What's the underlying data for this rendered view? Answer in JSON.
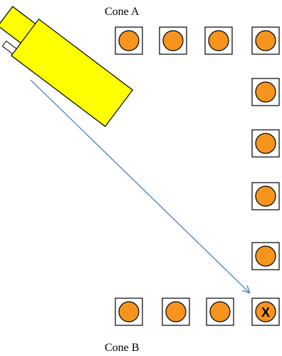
{
  "labels": {
    "cone_a": "Cone A",
    "cone_b": "Cone B",
    "marked_cone": "X"
  },
  "colors": {
    "cone_fill": "#F7941D",
    "cone_outline": "#000000",
    "box_outline": "#000000",
    "vehicle_fill": "#FFFF00",
    "vehicle_outline": "#000000",
    "arrow": "#4F81BD",
    "background": "#FFFFFF"
  },
  "vehicle": {
    "shape": "rectangle-with-cab",
    "sensor": "small-white-rectangle"
  },
  "cones": {
    "top_row_count": 4,
    "right_column_count": 4,
    "bottom_row_count": 4,
    "marked_cone_position": "bottom-right"
  },
  "arrow": {
    "from": "vehicle-sensor",
    "to": "marked-cone"
  }
}
